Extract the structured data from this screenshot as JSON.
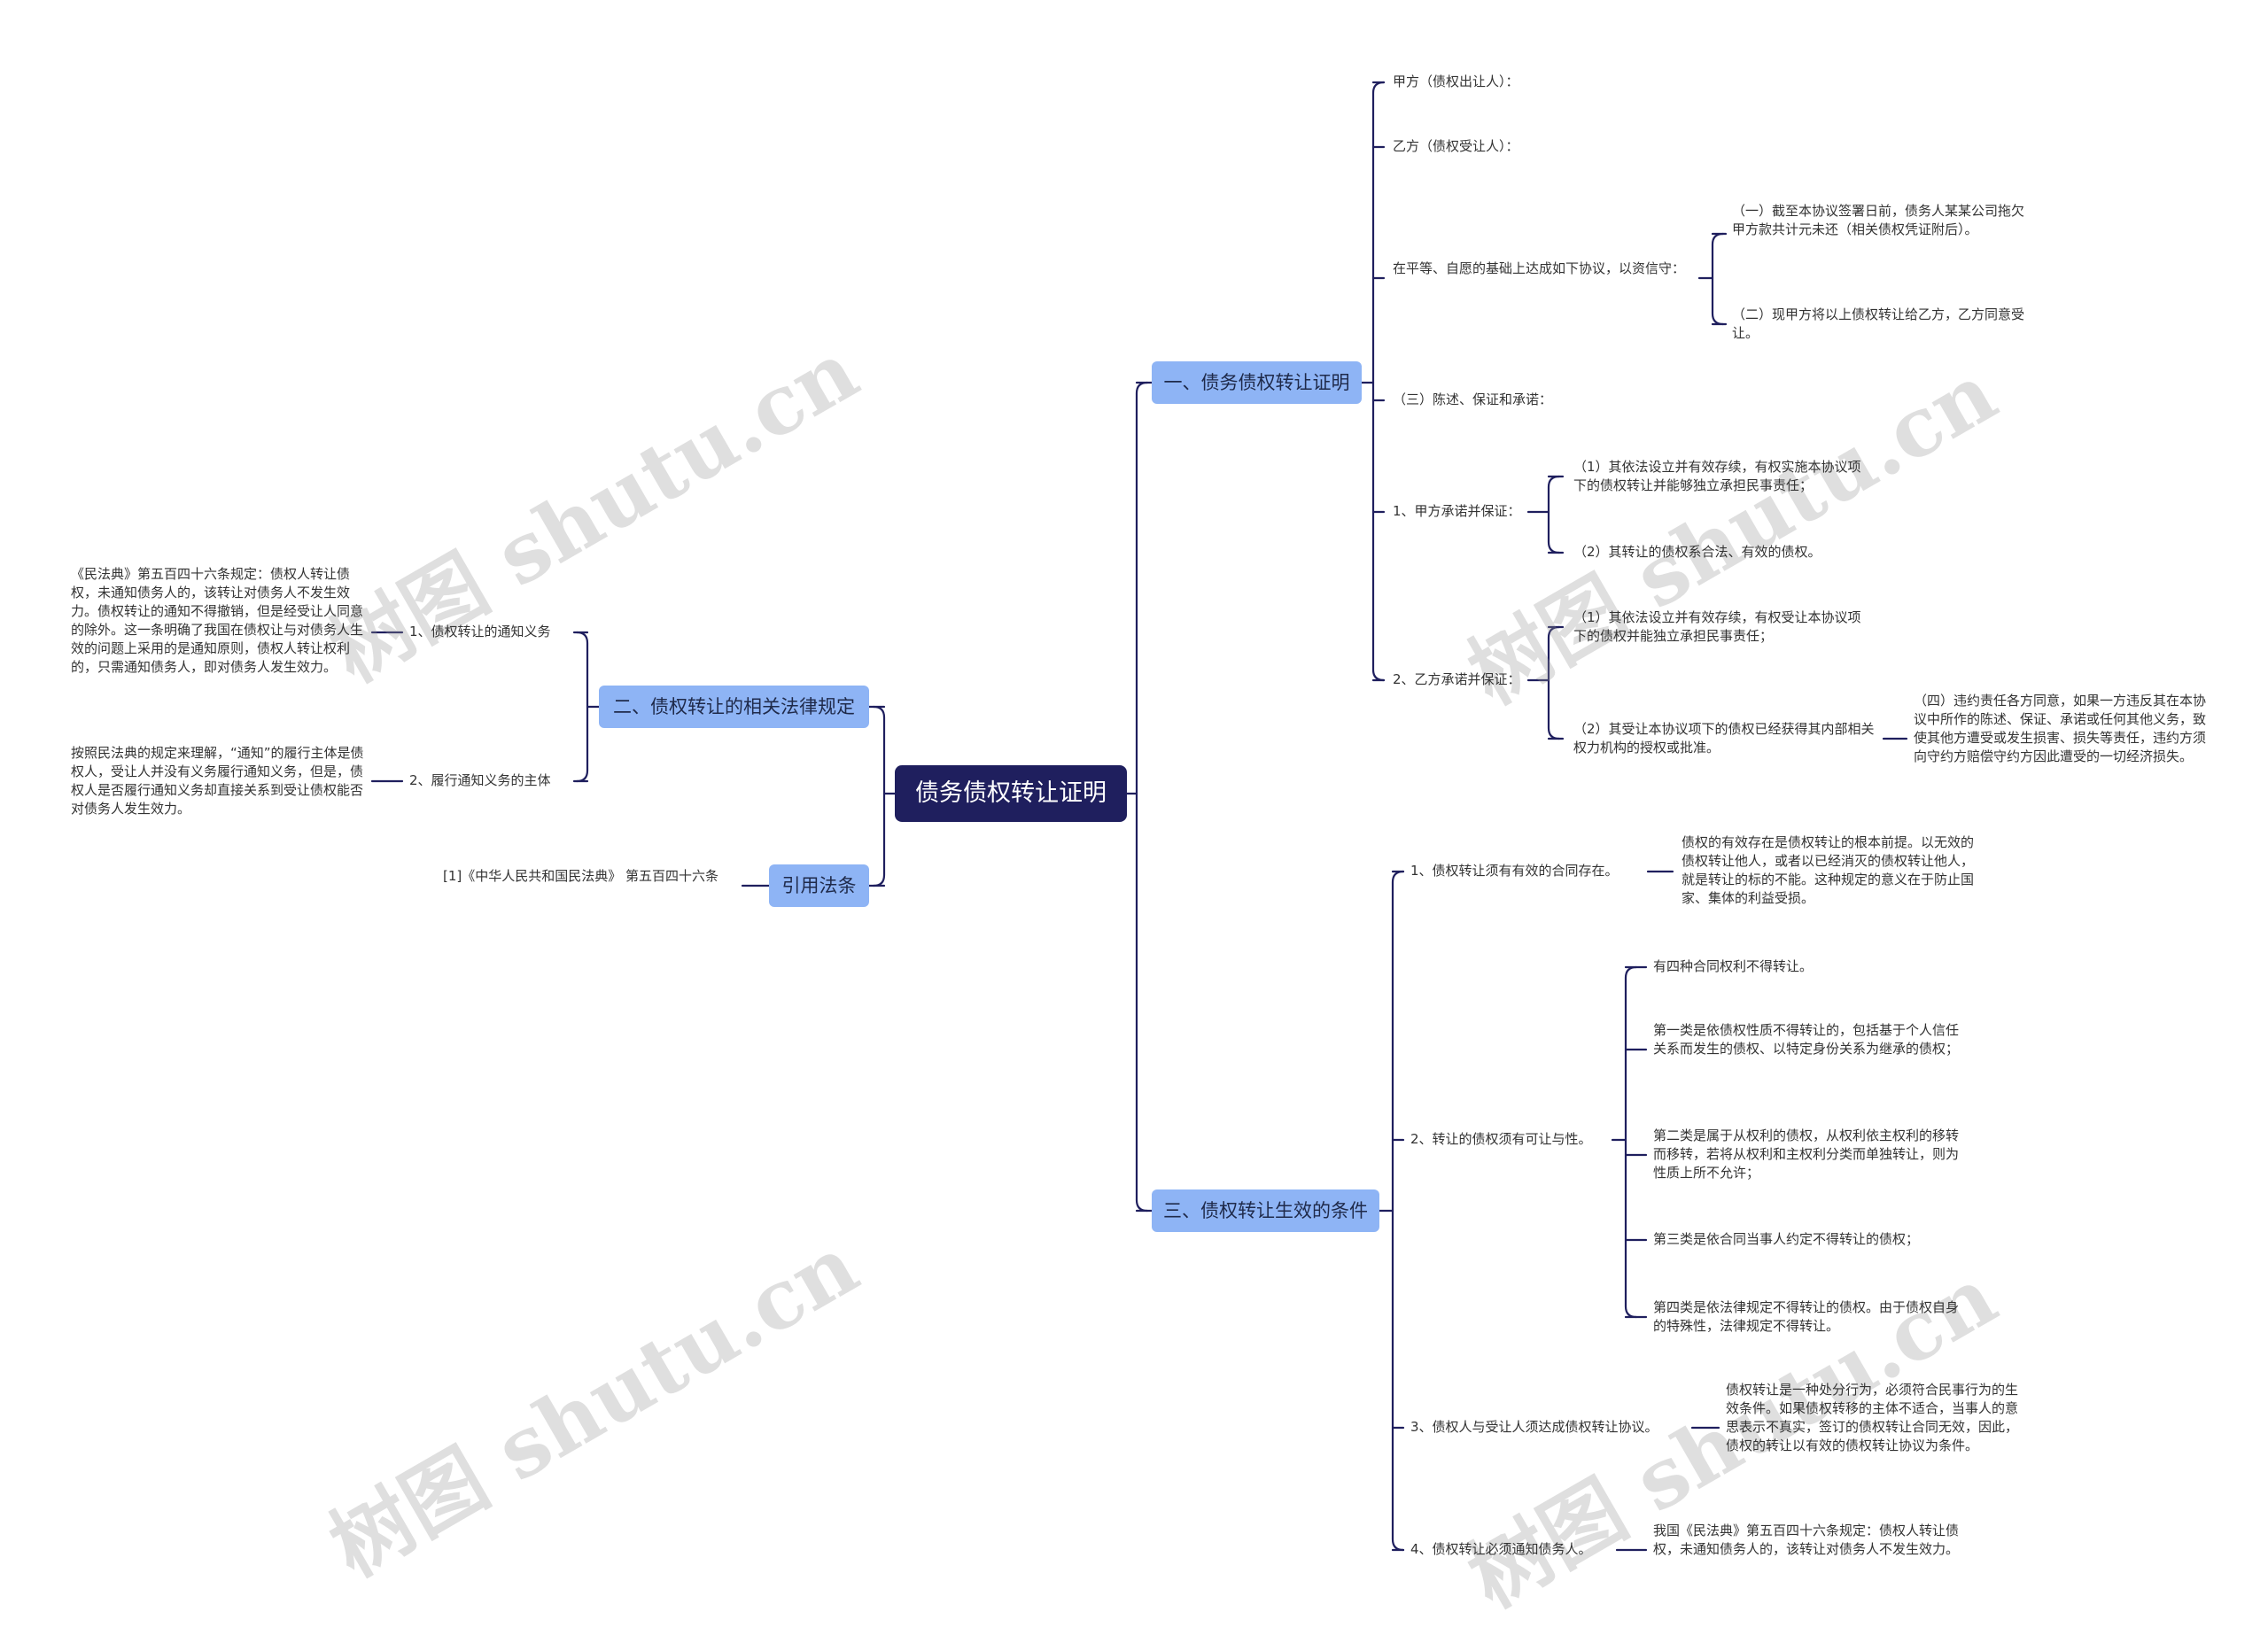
{
  "root": "债务债权转让证明",
  "branches": {
    "b1": "一、债务债权转让证明",
    "b2": "二、债权转让的相关法律规定",
    "b3": "三、债权转让生效的条件",
    "b4": "引用法条"
  },
  "b1": {
    "party_a": "甲方（债权出让人）：",
    "party_b": "乙方（债权受让人）：",
    "agree": "在平等、自愿的基础上达成如下协议，以资信守：",
    "agree_1": "（一）截至本协议签署日前，债务人某某公司拖欠甲方款共计元未还（相关债权凭证附后）。",
    "agree_2": "（二）现甲方将以上债权转让给乙方，乙方同意受让。",
    "stmt": "（三）陈述、保证和承诺：",
    "a_promise": "1、甲方承诺并保证：",
    "a_1": "（1）其依法设立并有效存续，有权实施本协议项下的债权转让并能够独立承担民事责任；",
    "a_2": "（2）其转让的债权系合法、有效的债权。",
    "b_promise": "2、乙方承诺并保证：",
    "b_1": "（1）其依法设立并有效存续，有权受让本协议项下的债权并能独立承担民事责任；",
    "b_2": "（2）其受让本协议项下的债权已经获得其内部相关权力机构的授权或批准。",
    "b_2_liab": "（四）违约责任各方同意，如果一方违反其在本协议中所作的陈述、保证、承诺或任何其他义务，致使其他方遭受或发生损害、损失等责任，违约方须向守约方赔偿守约方因此遭受的一切经济损失。"
  },
  "b2": {
    "notice": "1、债权转让的通知义务",
    "notice_text": "《民法典》第五百四十六条规定：债权人转让债权，未通知债务人的，该转让对债务人不发生效力。债权转让的通知不得撤销，但是经受让人同意的除外。这一条明确了我国在债权让与对债务人生效的问题上采用的是通知原则，债权人转让权利的，只需通知债务人，即对债务人发生效力。",
    "subject": "2、履行通知义务的主体",
    "subject_text": "按照民法典的规定来理解，“通知”的履行主体是债权人，受让人并没有义务履行通知义务，但是，债权人是否履行通知义务却直接关系到受让债权能否对债务人发生效力。"
  },
  "b3": {
    "c1": "1、债权转让须有有效的合同存在。",
    "c1_text": "债权的有效存在是债权转让的根本前提。以无效的债权转让他人，或者以已经消灭的债权转让他人，就是转让的标的不能。这种规定的意义在于防止国家、集体的利益受损。",
    "c2": "2、转让的债权须有可让与性。",
    "c2_t0": "有四种合同权利不得转让。",
    "c2_t1": "第一类是依债权性质不得转让的，包括基于个人信任关系而发生的债权、以特定身份关系为继承的债权；",
    "c2_t2": "第二类是属于从权利的债权，从权利依主权利的移转而移转，若将从权利和主权利分类而单独转让，则为性质上所不允许；",
    "c2_t3": "第三类是依合同当事人约定不得转让的债权；",
    "c2_t4": "第四类是依法律规定不得转让的债权。由于债权自身的特殊性，法律规定不得转让。",
    "c3": "3、债权人与受让人须达成债权转让协议。",
    "c3_text": "债权转让是一种处分行为，必须符合民事行为的生效条件。如果债权转移的主体不适合，当事人的意思表示不真实，签订的债权转让合同无效，因此，债权的转让以有效的债权转让协议为条件。",
    "c4": "4、债权转让必须通知债务人。",
    "c4_text": "我国《民法典》第五百四十六条规定：债权人转让债权，未通知债务人的，该转让对债务人不发生效力。"
  },
  "b4": {
    "ref": "[1]《中华人民共和国民法典》 第五百四十六条"
  },
  "watermark": "树图 shutu.cn",
  "colors": {
    "root_bg": "#1f1f5e",
    "branch_bg": "#8eb4f5",
    "line": "#1f1f5e"
  }
}
